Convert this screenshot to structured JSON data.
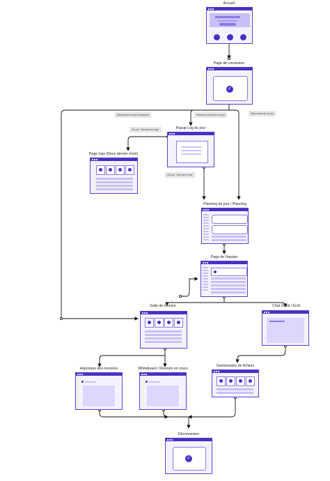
{
  "nodes": {
    "accueil": "Accueil",
    "page_connexion": "Page de connexion",
    "popup_log": "Popup Log du jour",
    "page_logs": "Page logs (Deux dernier mois)",
    "planning": "Planning du jour / Planning",
    "page_equipe": "Page de l'équipe",
    "salle_reunion": "Salle de réunion",
    "chat": "Chat Vocal / Écrit",
    "historique": "Historique des réunions",
    "whiteboard": "Whiteboard / Réunion en cours",
    "gestionnaire": "Gestionnaire de fichiers",
    "deconnexion": "Déconnexion"
  },
  "edges": {
    "deplacement": "Déplacement dans l'entreprise",
    "premiere_connexion": "Première connexion du jour",
    "deja_connecte": "Déjà connecté du jour",
    "clic_logs": "Clic sur \"Voir plus de logs\"",
    "clic_terminer": "Clic sur \"Terminer le log\""
  },
  "colors": {
    "accent": "#4a2fc4",
    "accent_light": "#8b79e8",
    "screen_bg": "#f4f2ff",
    "block": "#d9d3fb",
    "line": "#111111",
    "label_bg": "#e6e6e6"
  }
}
